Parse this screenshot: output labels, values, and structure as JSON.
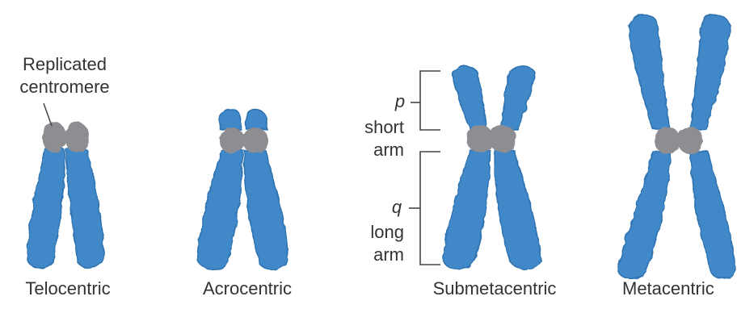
{
  "colors": {
    "arm": "#3f88c8",
    "arm_edge": "#2f72b0",
    "centromere": "#8e8e92",
    "text": "#333333",
    "line": "#444444"
  },
  "callout": {
    "line1": "Replicated",
    "line2": "centromere"
  },
  "arms": {
    "p_symbol": "p",
    "p_line1": "short",
    "p_line2": "arm",
    "q_symbol": "q",
    "q_line1": "long",
    "q_line2": "arm"
  },
  "types": [
    {
      "name": "Telocentric"
    },
    {
      "name": "Acrocentric"
    },
    {
      "name": "Submetacentric"
    },
    {
      "name": "Metacentric"
    }
  ]
}
